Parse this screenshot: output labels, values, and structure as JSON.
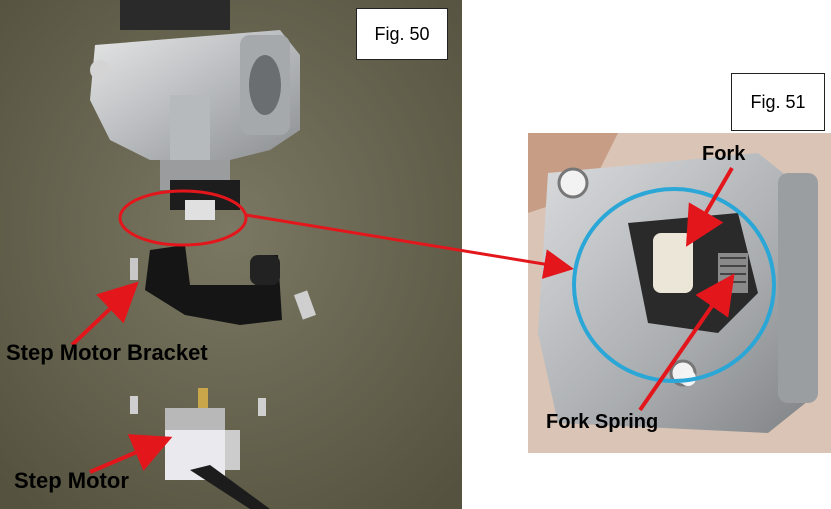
{
  "figures": {
    "fig50": {
      "label": "Fig. 50"
    },
    "fig51": {
      "label": "Fig. 51"
    }
  },
  "callouts": {
    "step_motor_bracket": "Step Motor Bracket",
    "step_motor": "Step Motor",
    "fork": "Fork",
    "fork_spring": "Fork Spring"
  },
  "colors": {
    "arrow": "#e3161c",
    "circle_red": "#e3161c",
    "circle_blue": "#2aa7d6",
    "cloth": "#6f6d57"
  }
}
